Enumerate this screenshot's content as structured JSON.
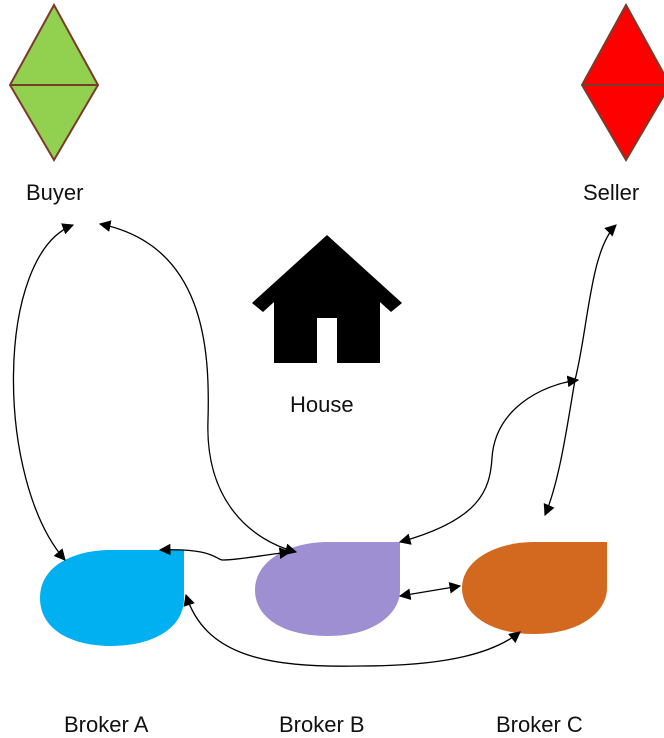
{
  "labels": {
    "buyer": "Buyer",
    "seller": "Seller",
    "house": "House",
    "broker_a": "Broker A",
    "broker_b": "Broker B",
    "broker_c": "Broker C"
  },
  "colors": {
    "buyer_fill": "#92d050",
    "seller_fill": "#ff0000",
    "diamond_stroke": "#7b3b2b",
    "broker_a": "#00b0f0",
    "broker_b": "#9e8fd3",
    "broker_c": "#d2691e",
    "house": "#000000",
    "connector": "#000000"
  },
  "icons": {
    "buyer": "diamond-icon",
    "seller": "diamond-icon",
    "house": "house-icon"
  }
}
